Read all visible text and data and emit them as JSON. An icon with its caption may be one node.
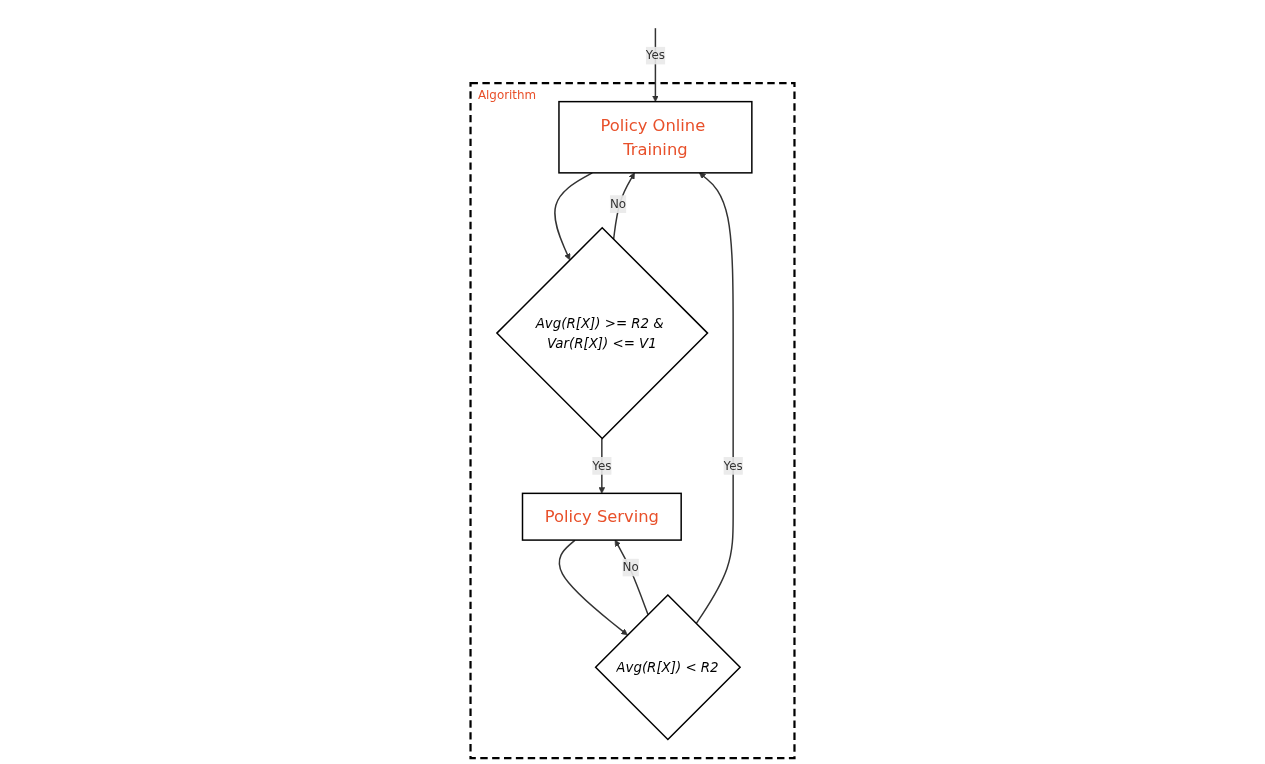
{
  "diagram": {
    "nodes": [
      {
        "text": [
          "Algorithm"
        ]
      },
      {
        "text": [
          "Policy Online Training"
        ],
        "in": 0
      },
      {
        "text": [
          "Avg(R[X]) >= R2 & Var(R[X]) <= V1"
        ],
        "in": 0
      },
      {
        "text": [
          "Policy Serving"
        ],
        "in": 0
      },
      {
        "text": [
          "Avg(R[X]) < R2"
        ],
        "in": 0
      }
    ],
    "edges": [
      {
        "from": null,
        "to": 1,
        "arrow": "to",
        "label": "Yes"
      },
      {
        "from": 1,
        "to": 2,
        "arrow": "to"
      },
      {
        "from": 2,
        "to": 1,
        "arrow": "to",
        "label": "No"
      },
      {
        "from": 2,
        "to": 3,
        "arrow": "to",
        "label": "Yes"
      },
      {
        "from": 3,
        "to": 4,
        "arrow": "to"
      },
      {
        "from": 4,
        "to": 1,
        "arrow": "to",
        "label": "Yes"
      },
      {
        "from": 4,
        "to": 3,
        "arrow": "to",
        "label": "No"
      }
    ]
  }
}
